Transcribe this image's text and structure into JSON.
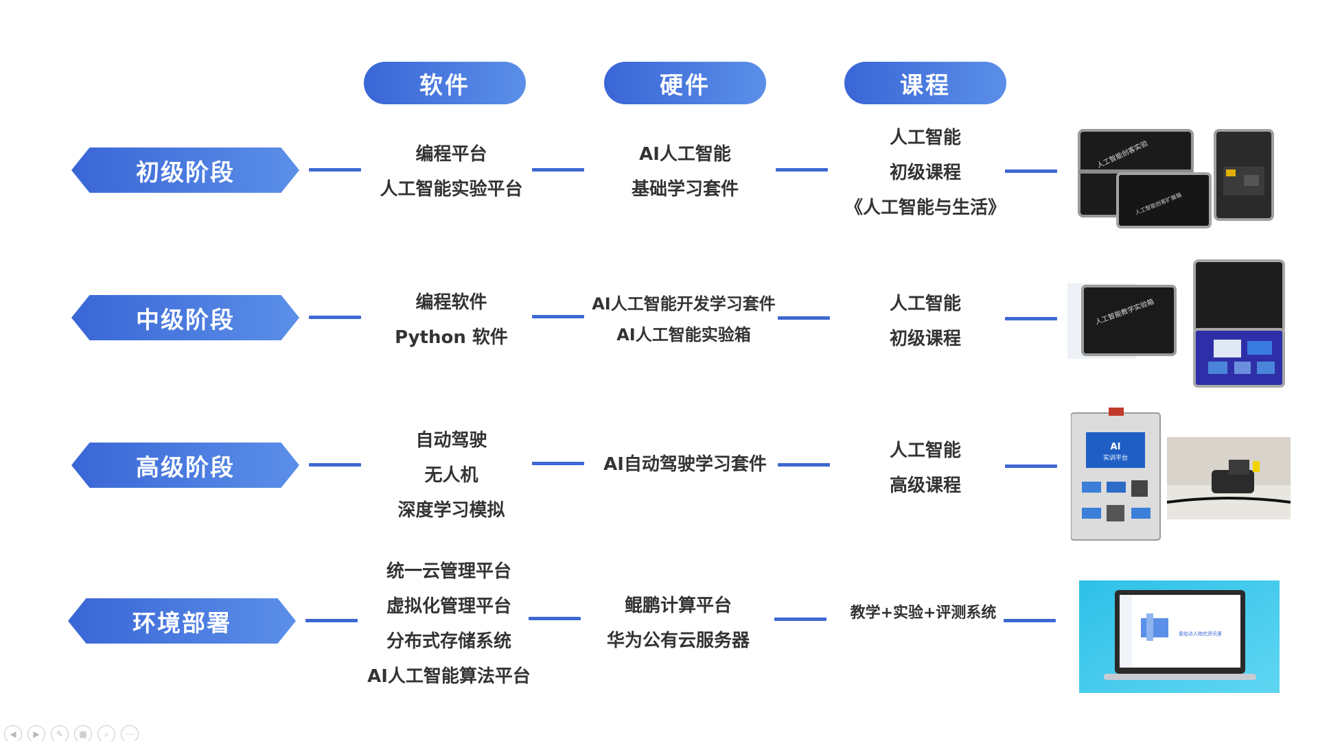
{
  "headers": {
    "software": "软件",
    "hardware": "硬件",
    "course": "课程"
  },
  "rows": [
    {
      "stage": "初级阶段",
      "software": [
        "编程平台",
        "人工智能实验平台"
      ],
      "hardware": [
        "AI人工智能",
        "基础学习套件"
      ],
      "course": [
        "人工智能",
        "初级课程",
        "《人工智能与生活》"
      ],
      "image": "ai-maker-kit-cases"
    },
    {
      "stage": "中级阶段",
      "software": [
        "编程软件",
        "Python 软件"
      ],
      "hardware": [
        "AI人工智能开发学习套件",
        "AI人工智能实验箱"
      ],
      "course": [
        "人工智能",
        "初级课程"
      ],
      "image": "ai-experiment-box"
    },
    {
      "stage": "高级阶段",
      "software": [
        "自动驾驶",
        "无人机",
        "深度学习模拟"
      ],
      "hardware": [
        "AI自动驾驶学习套件"
      ],
      "course": [
        "人工智能",
        "高级课程"
      ],
      "image": "autonomous-driving-kit"
    },
    {
      "stage": "环境部署",
      "software": [
        "统一云管理平台",
        "虚拟化管理平台",
        "分布式存储系统",
        "AI人工智能算法平台"
      ],
      "hardware": [
        "鲲鹏计算平台",
        "华为公有云服务器"
      ],
      "course": [
        "教学+实验+评测系统"
      ],
      "image": "laptop-platform-screen"
    }
  ],
  "image_text": {
    "case_lid": "人工智能创客实验",
    "case_small": "人工智能创客扩展箱",
    "box_lid": "人工智能教学实验箱",
    "screen_ai": "AI",
    "screen_sub": "实训平台",
    "laptop_text": "爱给达人物究资讯里"
  },
  "colors": {
    "accent": "#3a66d6",
    "accent_light": "#5b8fe8",
    "text": "#333333"
  },
  "controls": [
    "prev-icon",
    "next-icon",
    "pen-icon",
    "slides-icon",
    "zoom-icon",
    "more-icon"
  ]
}
